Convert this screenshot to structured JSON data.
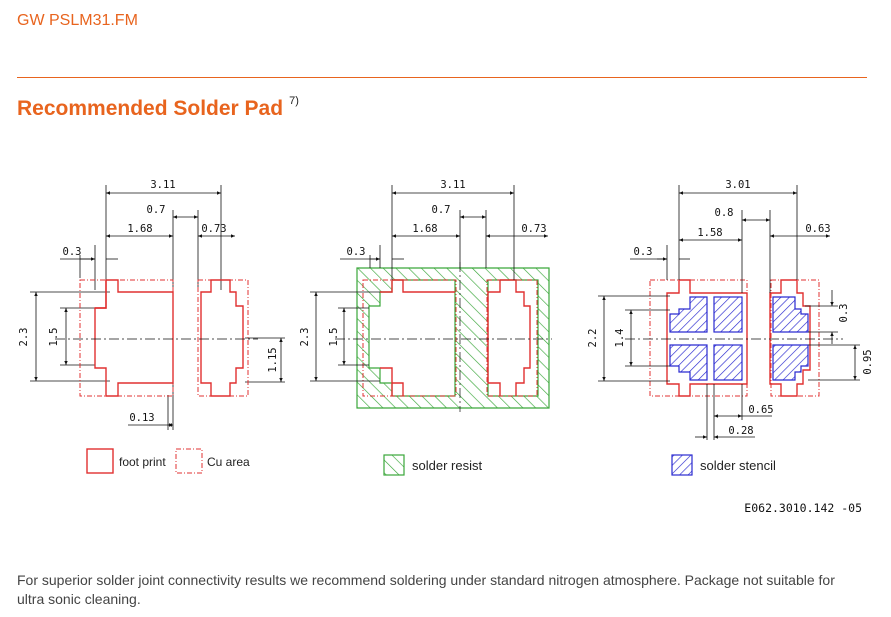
{
  "header": {
    "product": "GW PSLM31.FM"
  },
  "section": {
    "title": "Recommended Solder Pad",
    "footnote": "7)"
  },
  "drawing1": {
    "dims": {
      "total": "3.11",
      "gap": "0.7",
      "left_w": "1.68",
      "right_w": "0.73",
      "notch": "0.3",
      "height": "2.3",
      "inner_h": "1.5",
      "right_h": "1.15",
      "bottom": "0.13"
    },
    "legend": {
      "footprint": "foot print",
      "cu_area": "Cu area"
    }
  },
  "drawing2": {
    "dims": {
      "total": "3.11",
      "gap": "0.7",
      "left_w": "1.68",
      "right_w": "0.73",
      "notch": "0.3",
      "height": "2.3",
      "inner_h": "1.5"
    },
    "legend": {
      "resist": "solder resist"
    }
  },
  "drawing3": {
    "dims": {
      "total": "3.01",
      "gap": "0.8",
      "left_w": "1.58",
      "right_w": "0.63",
      "notch": "0.3",
      "height": "2.2",
      "inner_h": "1.4",
      "right_notch": "0.3",
      "right_h": "0.95",
      "gap_a": "0.65",
      "gap_b": "0.28"
    },
    "legend": {
      "stencil": "solder stencil"
    }
  },
  "document_number": "E062.3010.142 -05",
  "note": "For superior solder joint connectivity results we recommend soldering under standard nitrogen atmosphere. Package not suitable for ultra sonic cleaning.",
  "colors": {
    "accent": "#e8641e",
    "footprint": "#e03030",
    "resist": "#3aa63a",
    "stencil": "#2a2ad0"
  }
}
